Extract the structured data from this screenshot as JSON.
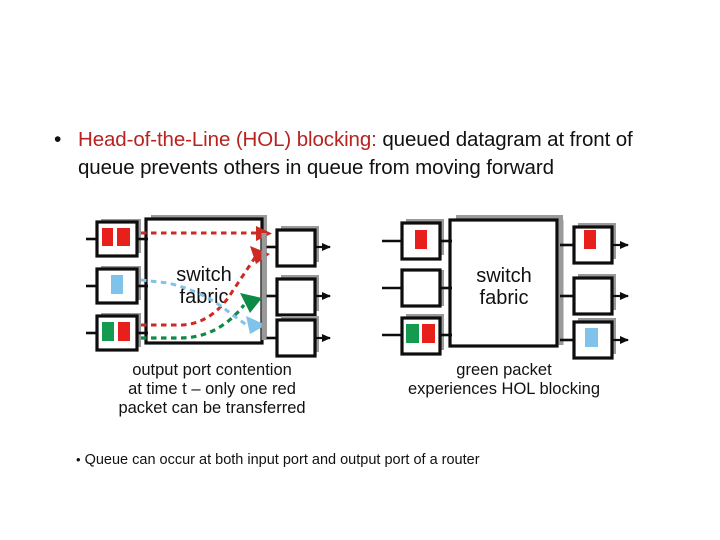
{
  "slide": {
    "bullet": {
      "marker": "•",
      "term": "Head-of-the-Line (HOL) blocking:",
      "rest": " queued datagram at front of queue prevents others in queue from moving forward",
      "term_color": "#b8231f",
      "text_color": "#111111"
    },
    "note": {
      "marker": "•",
      "text": "Queue can occur at both input port and output port of a router"
    }
  },
  "colors": {
    "packet_red": "#e8201b",
    "packet_green": "#159b4f",
    "packet_blue": "#7fc3ea",
    "outline": "#0d0d0d",
    "shadow": "#9a9a9a",
    "wire": "#0d0d0d",
    "arrow_red": "#cc2a22",
    "arrow_green": "#0f8a46",
    "arrow_blue": "#7fc3ea"
  },
  "figures": [
    {
      "id": "left-figure",
      "name": "output-port-contention-figure",
      "fabric_label_line1": "switch",
      "fabric_label_line2": "fabric",
      "caption_lines": [
        "output port contention",
        "at  time t – only one red",
        "packet can be transferred"
      ],
      "input_ports": [
        {
          "name": "input-port-1",
          "packets": [
            "red",
            "red"
          ]
        },
        {
          "name": "input-port-2",
          "packets": [
            "blue"
          ]
        },
        {
          "name": "input-port-3",
          "packets": [
            "green",
            "red"
          ]
        }
      ],
      "output_ports": [
        {
          "name": "output-port-1",
          "packets": []
        },
        {
          "name": "output-port-2",
          "packets": []
        },
        {
          "name": "output-port-3",
          "packets": []
        }
      ],
      "flows": [
        {
          "name": "flow-red-top",
          "color": "red",
          "from": "input-port-1",
          "to": "output-port-1"
        },
        {
          "name": "flow-red-bottom",
          "color": "red",
          "from": "input-port-3",
          "to": "output-port-1"
        },
        {
          "name": "flow-green",
          "color": "green",
          "from": "input-port-3",
          "to": "output-port-2"
        },
        {
          "name": "flow-blue",
          "color": "blue",
          "from": "input-port-2",
          "to": "output-port-3"
        }
      ]
    },
    {
      "id": "right-figure",
      "name": "hol-blocking-figure",
      "fabric_label_line1": "switch",
      "fabric_label_line2": "fabric",
      "caption_lines": [
        "green packet",
        "experiences HOL blocking"
      ],
      "input_ports": [
        {
          "name": "input-port-1",
          "packets": [
            "red"
          ]
        },
        {
          "name": "input-port-2",
          "packets": []
        },
        {
          "name": "input-port-3",
          "packets": [
            "green",
            "red"
          ]
        }
      ],
      "output_ports": [
        {
          "name": "output-port-1",
          "packets": [
            "red"
          ]
        },
        {
          "name": "output-port-2",
          "packets": []
        },
        {
          "name": "output-port-3",
          "packets": [
            "blue"
          ]
        }
      ],
      "flows": []
    }
  ]
}
